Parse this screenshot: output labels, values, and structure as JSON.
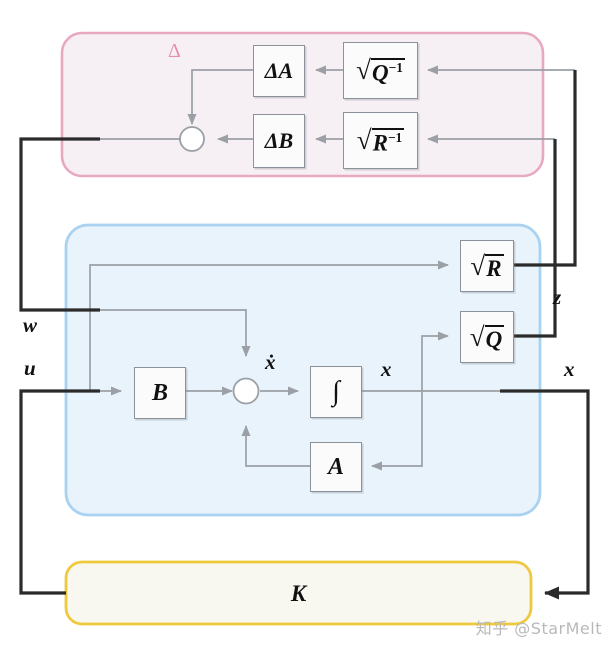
{
  "diagram": {
    "title": "Robust LQR / H-infinity augmented plant block diagram",
    "watermark": "知乎 @StarMelt",
    "colors": {
      "uncertainty_block_border": "#e8a9c0",
      "uncertainty_block_fill": "#f6f0f4",
      "plant_block_border": "#a9d2f0",
      "plant_block_fill": "#e8f2fb",
      "controller_block_border": "#efc93c",
      "controller_block_fill": "#f8f7f0",
      "signal_line": "#9aa0a6",
      "bold_signal_line": "#2b2b2b",
      "delta_label": "#e48fae"
    },
    "groups": [
      {
        "name": "uncertainty",
        "label": "Δ"
      },
      {
        "name": "plant",
        "label": ""
      },
      {
        "name": "controller",
        "label": ""
      }
    ],
    "blocks": {
      "delta_a": "ΔA",
      "delta_b": "ΔB",
      "sqrt_q_inv_sign": "√",
      "sqrt_q_inv_body": "Q",
      "sqrt_q_inv_exp": "−1",
      "sqrt_r_inv_sign": "√",
      "sqrt_r_inv_body": "R",
      "sqrt_r_inv_exp": "−1",
      "sqrt_r_sign": "√",
      "sqrt_r_body": "R",
      "sqrt_q_sign": "√",
      "sqrt_q_body": "Q",
      "b_matrix": "B",
      "a_matrix": "A",
      "integrator": "∫",
      "k_gain": "K"
    },
    "signals": {
      "w": "w",
      "u": "u",
      "z": "z",
      "x_out": "x",
      "x_state": "x",
      "x_dot": "ẋ"
    }
  }
}
